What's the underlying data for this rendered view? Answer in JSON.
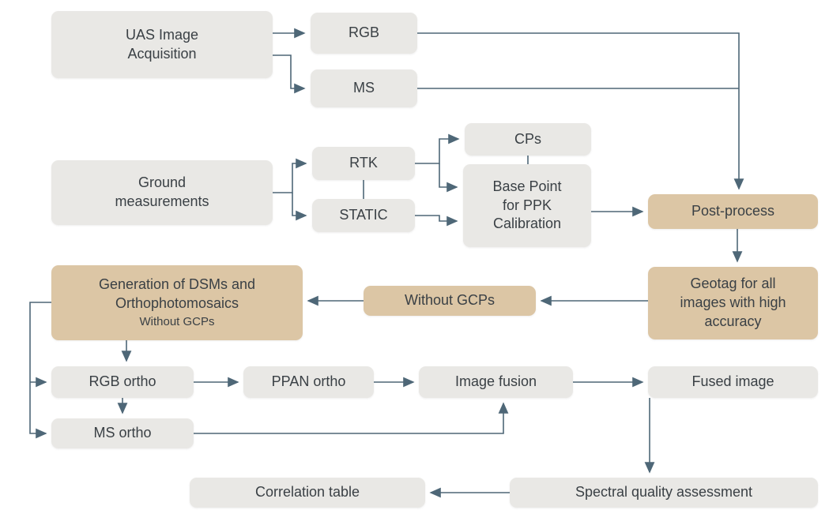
{
  "diagram": {
    "type": "flowchart",
    "colors": {
      "background": "#ffffff",
      "neutral_box": "#e9e8e5",
      "accent_box": "#dcc6a5",
      "arrow": "#4e6777",
      "text": "#3a4045"
    },
    "nodes": {
      "uas": {
        "label": "UAS Image\nAcquisition",
        "style": "neutral"
      },
      "rgb": {
        "label": "RGB",
        "style": "neutral"
      },
      "ms": {
        "label": "MS",
        "style": "neutral"
      },
      "ground": {
        "label": "Ground\nmeasurements",
        "style": "neutral"
      },
      "rtk": {
        "label": "RTK",
        "style": "neutral"
      },
      "static": {
        "label": "STATIC",
        "style": "neutral"
      },
      "cps": {
        "label": "CPs",
        "style": "neutral"
      },
      "base_point": {
        "label": "Base Point\nfor PPK\nCalibration",
        "style": "neutral"
      },
      "post_process": {
        "label": "Post-process",
        "style": "accent"
      },
      "geotag": {
        "label": "Geotag for all\nimages with high\naccuracy",
        "style": "accent"
      },
      "generation": {
        "label": "Generation of DSMs and\nOrthophotomosaics",
        "sublabel": "Without GCPs",
        "style": "accent"
      },
      "without_gcps": {
        "label": "Without GCPs",
        "style": "accent"
      },
      "rgb_ortho": {
        "label": "RGB ortho",
        "style": "neutral"
      },
      "ppan_ortho": {
        "label": "PPAN ortho",
        "style": "neutral"
      },
      "image_fusion": {
        "label": "Image fusion",
        "style": "neutral"
      },
      "fused_image": {
        "label": "Fused image",
        "style": "neutral"
      },
      "ms_ortho": {
        "label": "MS ortho",
        "style": "neutral"
      },
      "correlation_table": {
        "label": "Correlation table",
        "style": "neutral"
      },
      "spectral_quality": {
        "label": "Spectral quality assessment",
        "style": "neutral"
      }
    },
    "edges": [
      {
        "from": "UAS Image Acquisition",
        "to": "RGB"
      },
      {
        "from": "UAS Image Acquisition",
        "to": "MS"
      },
      {
        "from": "RGB",
        "to": "Post-process"
      },
      {
        "from": "MS",
        "to": "Post-process"
      },
      {
        "from": "Ground measurements",
        "to": "RTK"
      },
      {
        "from": "Ground measurements",
        "to": "STATIC"
      },
      {
        "from": "RTK",
        "to": "CPs"
      },
      {
        "from": "RTK",
        "to": "Base Point for PPK Calibration"
      },
      {
        "from": "STATIC",
        "to": "Base Point for PPK Calibration"
      },
      {
        "from": "Base Point for PPK Calibration",
        "to": "Post-process"
      },
      {
        "from": "Post-process",
        "to": "Geotag for all images with high accuracy"
      },
      {
        "from": "Geotag for all images with high accuracy",
        "to": "Without GCPs"
      },
      {
        "from": "Without GCPs",
        "to": "Generation of DSMs and Orthophotomosaics Without GCPs"
      },
      {
        "from": "Generation of DSMs and Orthophotomosaics Without GCPs",
        "to": "RGB ortho"
      },
      {
        "from": "Generation of DSMs and Orthophotomosaics Without GCPs",
        "to": "MS ortho"
      },
      {
        "from": "RGB ortho",
        "to": "PPAN ortho"
      },
      {
        "from": "RGB ortho",
        "to": "MS ortho"
      },
      {
        "from": "PPAN ortho",
        "to": "Image fusion"
      },
      {
        "from": "MS ortho",
        "to": "Image fusion"
      },
      {
        "from": "Image fusion",
        "to": "Fused image"
      },
      {
        "from": "Fused image",
        "to": "Spectral quality assessment"
      },
      {
        "from": "Spectral quality assessment",
        "to": "Correlation table"
      }
    ]
  }
}
